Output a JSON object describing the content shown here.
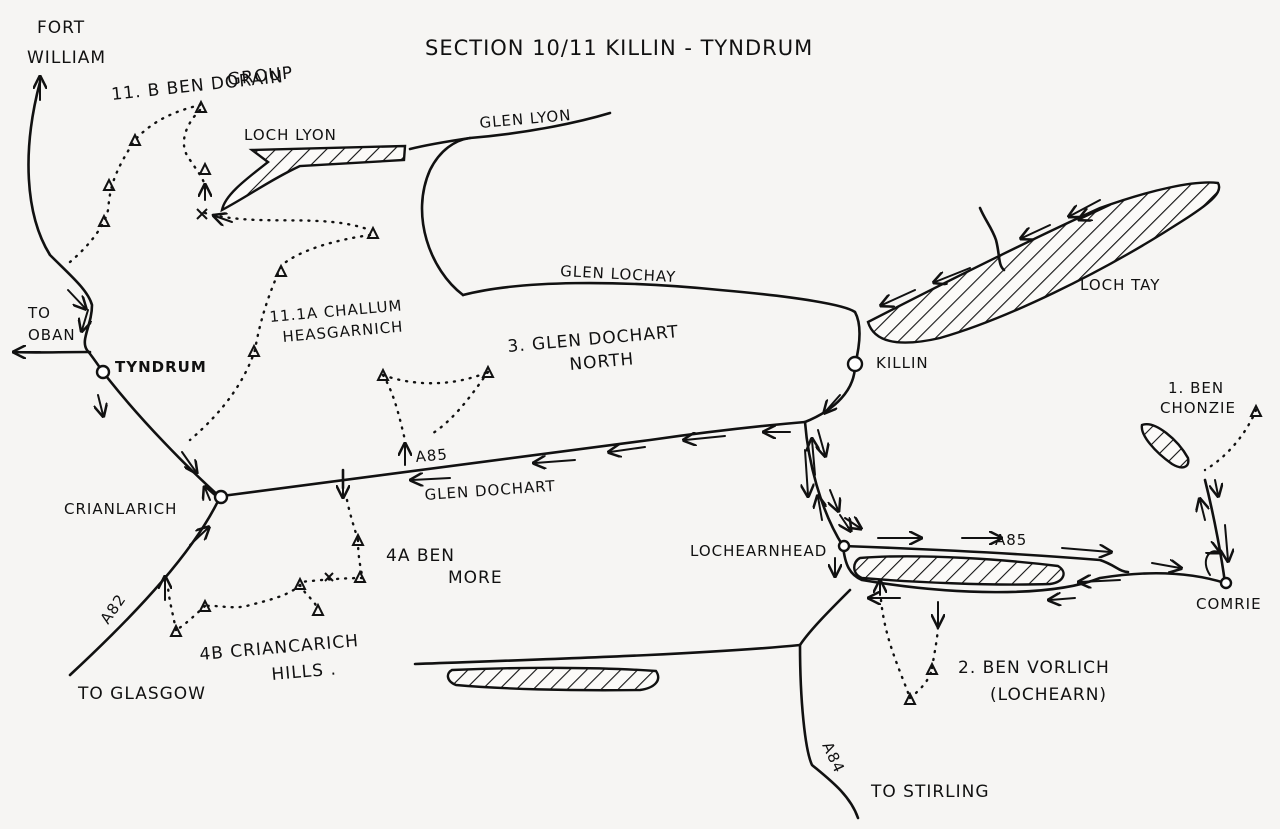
{
  "title": "SECTION 10/11 KILLIN - TYNDRUM",
  "places": {
    "fort_william": [
      "FORT",
      "WILLIAM"
    ],
    "to_oban": [
      "TO",
      "OBAN"
    ],
    "tyndrum": "TYNDRUM",
    "crianlarich": "CRIANLARICH",
    "killin": "KILLIN",
    "lochearnhead": "LOCHEARNHEAD",
    "comrie": "COMRIE",
    "to_glasgow": "TO GLASGOW",
    "to_stirling": "TO STIRLING"
  },
  "lochs": {
    "loch_lyon": "LOCH LYON",
    "loch_tay": "LOCH TAY"
  },
  "glens": {
    "glen_lyon": "GLEN LYON",
    "glen_lochay": "GLEN LOCHAY",
    "glen_dochart": "GLEN DOCHART"
  },
  "roads": {
    "a85_west": "A85",
    "a85_east": "A85",
    "a82": "A82",
    "a84": "A84"
  },
  "routes": {
    "r11b": [
      "11. B  BEN DORAIN",
      "GROUP"
    ],
    "r11a": [
      "11.1A CHALLUM",
      "HEASGARNICH"
    ],
    "r3": [
      "3. GLEN DOCHART",
      "NORTH"
    ],
    "r4a": [
      "4A  BEN",
      "MORE"
    ],
    "r4b": [
      "4B CRIANCARICH",
      "HILLS ."
    ],
    "r1": [
      "1. BEN",
      "CHONZIE"
    ],
    "r2": [
      "2. BEN VORLICH",
      "(LOCHEARN)"
    ]
  }
}
